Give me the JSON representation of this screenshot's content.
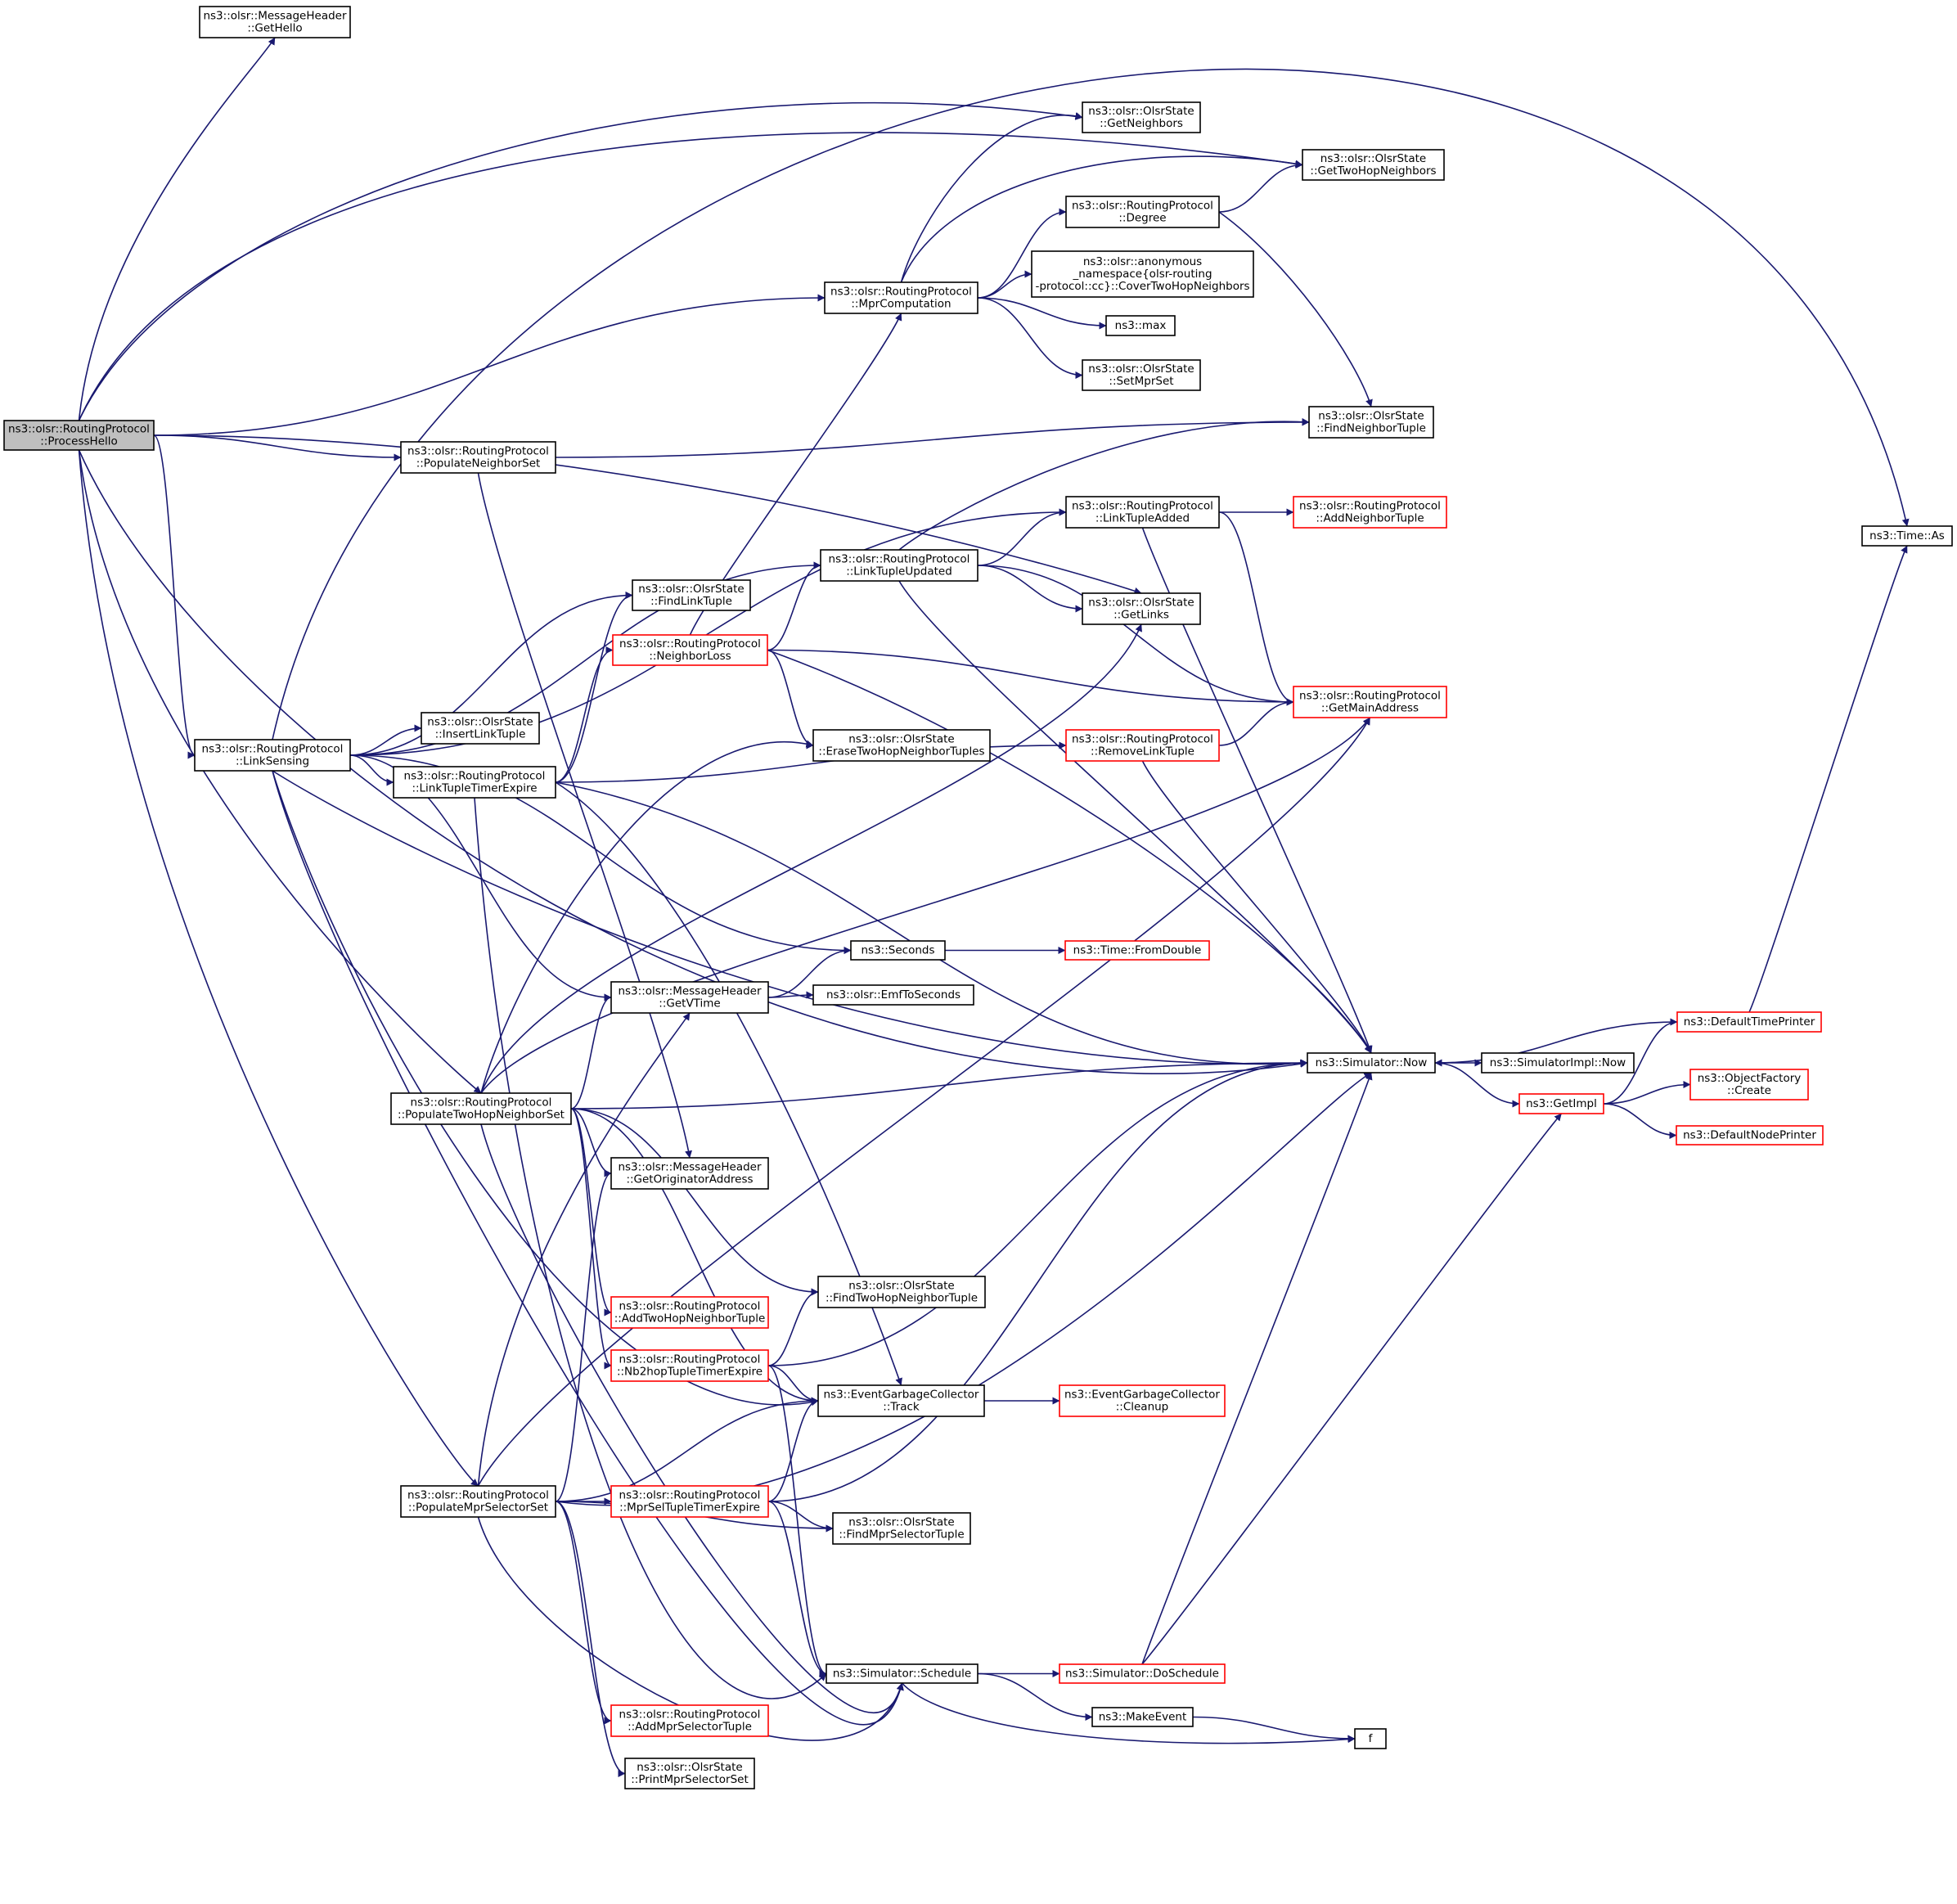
{
  "diagram": {
    "type": "call-graph",
    "colors": {
      "edge": "#191970",
      "node_border": "#000000",
      "incomplete_border": "#ff0000",
      "root_fill": "#bfbfbf"
    },
    "nodes": [
      {
        "id": "processhello",
        "lines": [
          "ns3::olsr::RoutingProtocol",
          "::ProcessHello"
        ],
        "style": "root"
      },
      {
        "id": "gethello",
        "lines": [
          "ns3::olsr::MessageHeader",
          "::GetHello"
        ],
        "style": "normal"
      },
      {
        "id": "getneighbors",
        "lines": [
          "ns3::olsr::OlsrState",
          "::GetNeighbors"
        ],
        "style": "normal"
      },
      {
        "id": "gettwohop",
        "lines": [
          "ns3::olsr::OlsrState",
          "::GetTwoHopNeighbors"
        ],
        "style": "normal"
      },
      {
        "id": "degree",
        "lines": [
          "ns3::olsr::RoutingProtocol",
          "::Degree"
        ],
        "style": "normal"
      },
      {
        "id": "mprcomp",
        "lines": [
          "ns3::olsr::RoutingProtocol",
          "::MprComputation"
        ],
        "style": "normal"
      },
      {
        "id": "covertwohop",
        "lines": [
          "ns3::olsr::anonymous",
          "_namespace{olsr-routing",
          "-protocol::cc}::CoverTwoHopNeighbors"
        ],
        "style": "normal"
      },
      {
        "id": "max",
        "lines": [
          "ns3::max"
        ],
        "style": "normal"
      },
      {
        "id": "setmprset",
        "lines": [
          "ns3::olsr::OlsrState",
          "::SetMprSet"
        ],
        "style": "normal"
      },
      {
        "id": "findneighbor",
        "lines": [
          "ns3::olsr::OlsrState",
          "::FindNeighborTuple"
        ],
        "style": "normal"
      },
      {
        "id": "popneighbor",
        "lines": [
          "ns3::olsr::RoutingProtocol",
          "::PopulateNeighborSet"
        ],
        "style": "normal"
      },
      {
        "id": "linktupleadded",
        "lines": [
          "ns3::olsr::RoutingProtocol",
          "::LinkTupleAdded"
        ],
        "style": "normal"
      },
      {
        "id": "addneighbortuple",
        "lines": [
          "ns3::olsr::RoutingProtocol",
          "::AddNeighborTuple"
        ],
        "style": "red"
      },
      {
        "id": "timeas",
        "lines": [
          "ns3::Time::As"
        ],
        "style": "normal"
      },
      {
        "id": "linktupleupdated",
        "lines": [
          "ns3::olsr::RoutingProtocol",
          "::LinkTupleUpdated"
        ],
        "style": "normal"
      },
      {
        "id": "findlinktuple",
        "lines": [
          "ns3::olsr::OlsrState",
          "::FindLinkTuple"
        ],
        "style": "normal"
      },
      {
        "id": "getlinks",
        "lines": [
          "ns3::olsr::OlsrState",
          "::GetLinks"
        ],
        "style": "normal"
      },
      {
        "id": "neighborloss",
        "lines": [
          "ns3::olsr::RoutingProtocol",
          "::NeighborLoss"
        ],
        "style": "red"
      },
      {
        "id": "getmainaddress",
        "lines": [
          "ns3::olsr::RoutingProtocol",
          "::GetMainAddress"
        ],
        "style": "red"
      },
      {
        "id": "insertlinktuple",
        "lines": [
          "ns3::olsr::OlsrState",
          "::InsertLinkTuple"
        ],
        "style": "normal"
      },
      {
        "id": "linksensing",
        "lines": [
          "ns3::olsr::RoutingProtocol",
          "::LinkSensing"
        ],
        "style": "normal"
      },
      {
        "id": "erasetwohop",
        "lines": [
          "ns3::olsr::OlsrState",
          "::EraseTwoHopNeighborTuples"
        ],
        "style": "normal"
      },
      {
        "id": "removelinktuple",
        "lines": [
          "ns3::olsr::RoutingProtocol",
          "::RemoveLinkTuple"
        ],
        "style": "red"
      },
      {
        "id": "linktupletimer",
        "lines": [
          "ns3::olsr::RoutingProtocol",
          "::LinkTupleTimerExpire"
        ],
        "style": "normal"
      },
      {
        "id": "seconds",
        "lines": [
          "ns3::Seconds"
        ],
        "style": "normal"
      },
      {
        "id": "fromdouble",
        "lines": [
          "ns3::Time::FromDouble"
        ],
        "style": "red"
      },
      {
        "id": "getvtime",
        "lines": [
          "ns3::olsr::MessageHeader",
          "::GetVTime"
        ],
        "style": "normal"
      },
      {
        "id": "emftoseconds",
        "lines": [
          "ns3::olsr::EmfToSeconds"
        ],
        "style": "normal"
      },
      {
        "id": "defaulttimeprinter",
        "lines": [
          "ns3::DefaultTimePrinter"
        ],
        "style": "red"
      },
      {
        "id": "simnow",
        "lines": [
          "ns3::Simulator::Now"
        ],
        "style": "normal"
      },
      {
        "id": "simimplnow",
        "lines": [
          "ns3::SimulatorImpl::Now"
        ],
        "style": "normal"
      },
      {
        "id": "getimpl",
        "lines": [
          "ns3::GetImpl"
        ],
        "style": "red"
      },
      {
        "id": "objectfactory",
        "lines": [
          "ns3::ObjectFactory",
          "::Create"
        ],
        "style": "red"
      },
      {
        "id": "defaultnodeprinter",
        "lines": [
          "ns3::DefaultNodePrinter"
        ],
        "style": "red"
      },
      {
        "id": "poptwohop",
        "lines": [
          "ns3::olsr::RoutingProtocol",
          "::PopulateTwoHopNeighborSet"
        ],
        "style": "normal"
      },
      {
        "id": "getoriginator",
        "lines": [
          "ns3::olsr::MessageHeader",
          "::GetOriginatorAddress"
        ],
        "style": "normal"
      },
      {
        "id": "findtwohop",
        "lines": [
          "ns3::olsr::OlsrState",
          "::FindTwoHopNeighborTuple"
        ],
        "style": "normal"
      },
      {
        "id": "addtwohop",
        "lines": [
          "ns3::olsr::RoutingProtocol",
          "::AddTwoHopNeighborTuple"
        ],
        "style": "red"
      },
      {
        "id": "nb2hop",
        "lines": [
          "ns3::olsr::RoutingProtocol",
          "::Nb2hopTupleTimerExpire"
        ],
        "style": "red"
      },
      {
        "id": "egctrack",
        "lines": [
          "ns3::EventGarbageCollector",
          "::Track"
        ],
        "style": "normal"
      },
      {
        "id": "egccleanup",
        "lines": [
          "ns3::EventGarbageCollector",
          "::Cleanup"
        ],
        "style": "red"
      },
      {
        "id": "popmprsel",
        "lines": [
          "ns3::olsr::RoutingProtocol",
          "::PopulateMprSelectorSet"
        ],
        "style": "normal"
      },
      {
        "id": "mprseltimer",
        "lines": [
          "ns3::olsr::RoutingProtocol",
          "::MprSelTupleTimerExpire"
        ],
        "style": "red"
      },
      {
        "id": "findmprsel",
        "lines": [
          "ns3::olsr::OlsrState",
          "::FindMprSelectorTuple"
        ],
        "style": "normal"
      },
      {
        "id": "simschedule",
        "lines": [
          "ns3::Simulator::Schedule"
        ],
        "style": "normal"
      },
      {
        "id": "doschedule",
        "lines": [
          "ns3::Simulator::DoSchedule"
        ],
        "style": "red"
      },
      {
        "id": "makeevent",
        "lines": [
          "ns3::MakeEvent"
        ],
        "style": "normal"
      },
      {
        "id": "f",
        "lines": [
          "f"
        ],
        "style": "normal"
      },
      {
        "id": "addmprsel",
        "lines": [
          "ns3::olsr::RoutingProtocol",
          "::AddMprSelectorTuple"
        ],
        "style": "red"
      },
      {
        "id": "printmprsel",
        "lines": [
          "ns3::olsr::OlsrState",
          "::PrintMprSelectorSet"
        ],
        "style": "normal"
      }
    ],
    "edges": [
      [
        "processhello",
        "gethello"
      ],
      [
        "processhello",
        "getneighbors"
      ],
      [
        "processhello",
        "gettwohop"
      ],
      [
        "processhello",
        "mprcomp"
      ],
      [
        "processhello",
        "popneighbor"
      ],
      [
        "processhello",
        "getlinks"
      ],
      [
        "processhello",
        "linksensing"
      ],
      [
        "processhello",
        "poptwohop"
      ],
      [
        "processhello",
        "popmprsel"
      ],
      [
        "processhello",
        "simnow"
      ],
      [
        "mprcomp",
        "getneighbors"
      ],
      [
        "mprcomp",
        "gettwohop"
      ],
      [
        "mprcomp",
        "degree"
      ],
      [
        "mprcomp",
        "covertwohop"
      ],
      [
        "mprcomp",
        "max"
      ],
      [
        "mprcomp",
        "setmprset"
      ],
      [
        "degree",
        "gettwohop"
      ],
      [
        "degree",
        "findneighbor"
      ],
      [
        "popneighbor",
        "findneighbor"
      ],
      [
        "popneighbor",
        "getoriginator"
      ],
      [
        "linksensing",
        "timeas"
      ],
      [
        "linksensing",
        "linktupleadded"
      ],
      [
        "linksensing",
        "linktupleupdated"
      ],
      [
        "linksensing",
        "findlinktuple"
      ],
      [
        "linksensing",
        "insertlinktuple"
      ],
      [
        "linksensing",
        "linktupletimer"
      ],
      [
        "linksensing",
        "seconds"
      ],
      [
        "linksensing",
        "getvtime"
      ],
      [
        "linksensing",
        "simnow"
      ],
      [
        "linksensing",
        "egctrack"
      ],
      [
        "linksensing",
        "simschedule"
      ],
      [
        "linktupleadded",
        "addneighbortuple"
      ],
      [
        "linktupleadded",
        "getmainaddress"
      ],
      [
        "linktupleadded",
        "simnow"
      ],
      [
        "linktupleupdated",
        "findneighbor"
      ],
      [
        "linktupleupdated",
        "linktupleadded"
      ],
      [
        "linktupleupdated",
        "getlinks"
      ],
      [
        "linktupleupdated",
        "getmainaddress"
      ],
      [
        "linktupleupdated",
        "simnow"
      ],
      [
        "neighborloss",
        "mprcomp"
      ],
      [
        "neighborloss",
        "linktupleupdated"
      ],
      [
        "neighborloss",
        "getmainaddress"
      ],
      [
        "neighborloss",
        "erasetwohop"
      ],
      [
        "neighborloss",
        "simnow"
      ],
      [
        "linktupletimer",
        "findlinktuple"
      ],
      [
        "linktupletimer",
        "neighborloss"
      ],
      [
        "linktupletimer",
        "removelinktuple"
      ],
      [
        "linktupletimer",
        "simnow"
      ],
      [
        "linktupletimer",
        "egctrack"
      ],
      [
        "linktupletimer",
        "simschedule"
      ],
      [
        "removelinktuple",
        "getmainaddress"
      ],
      [
        "removelinktuple",
        "simnow"
      ],
      [
        "seconds",
        "fromdouble"
      ],
      [
        "getvtime",
        "seconds"
      ],
      [
        "getvtime",
        "emftoseconds"
      ],
      [
        "defaulttimeprinter",
        "timeas"
      ],
      [
        "defaulttimeprinter",
        "simnow"
      ],
      [
        "simnow",
        "simimplnow"
      ],
      [
        "simnow",
        "getimpl"
      ],
      [
        "getimpl",
        "defaulttimeprinter"
      ],
      [
        "getimpl",
        "objectfactory"
      ],
      [
        "getimpl",
        "defaultnodeprinter"
      ],
      [
        "poptwohop",
        "getvtime"
      ],
      [
        "poptwohop",
        "getlinks"
      ],
      [
        "poptwohop",
        "erasetwohop"
      ],
      [
        "poptwohop",
        "getmainaddress"
      ],
      [
        "poptwohop",
        "simnow"
      ],
      [
        "poptwohop",
        "getoriginator"
      ],
      [
        "poptwohop",
        "findtwohop"
      ],
      [
        "poptwohop",
        "addtwohop"
      ],
      [
        "poptwohop",
        "nb2hop"
      ],
      [
        "poptwohop",
        "egctrack"
      ],
      [
        "poptwohop",
        "simschedule"
      ],
      [
        "nb2hop",
        "findtwohop"
      ],
      [
        "nb2hop",
        "simnow"
      ],
      [
        "nb2hop",
        "egctrack"
      ],
      [
        "nb2hop",
        "simschedule"
      ],
      [
        "egctrack",
        "egccleanup"
      ],
      [
        "popmprsel",
        "getvtime"
      ],
      [
        "popmprsel",
        "getoriginator"
      ],
      [
        "popmprsel",
        "getmainaddress"
      ],
      [
        "popmprsel",
        "egctrack"
      ],
      [
        "popmprsel",
        "mprseltimer"
      ],
      [
        "popmprsel",
        "findmprsel"
      ],
      [
        "popmprsel",
        "simnow"
      ],
      [
        "popmprsel",
        "simschedule"
      ],
      [
        "popmprsel",
        "addmprsel"
      ],
      [
        "popmprsel",
        "printmprsel"
      ],
      [
        "mprseltimer",
        "egctrack"
      ],
      [
        "mprseltimer",
        "findmprsel"
      ],
      [
        "mprseltimer",
        "simnow"
      ],
      [
        "mprseltimer",
        "simschedule"
      ],
      [
        "simschedule",
        "doschedule"
      ],
      [
        "simschedule",
        "makeevent"
      ],
      [
        "simschedule",
        "f"
      ],
      [
        "doschedule",
        "simnow"
      ],
      [
        "doschedule",
        "getimpl"
      ],
      [
        "makeevent",
        "f"
      ]
    ]
  }
}
